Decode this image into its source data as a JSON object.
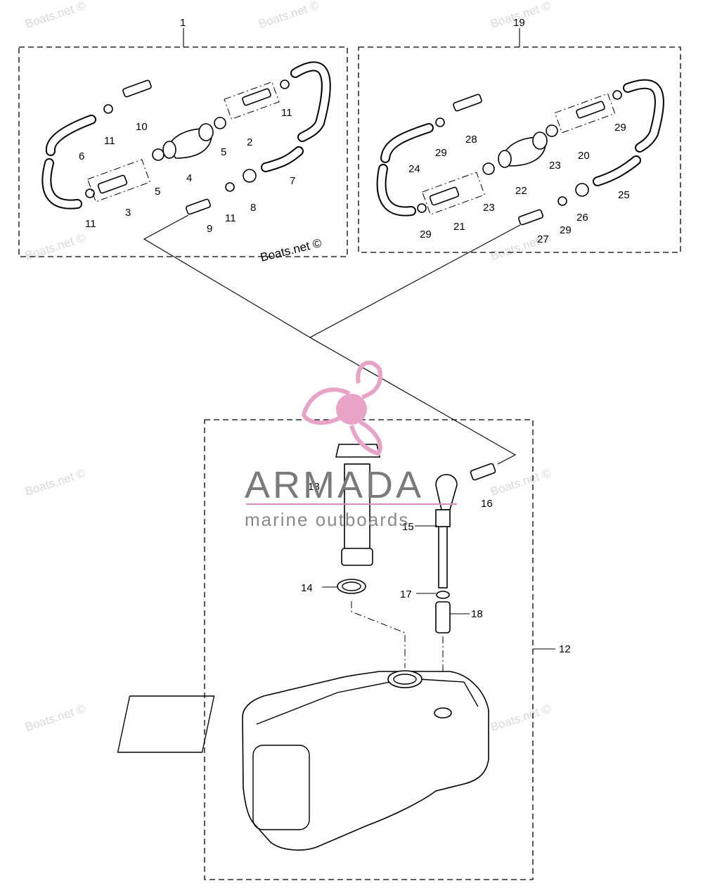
{
  "watermark": "Boats.net ©",
  "copyright": "Boats.net ©",
  "brand": {
    "name": "ARMADA",
    "tagline": "marine outboards",
    "logo_color": "#e9a3c9",
    "accent": "#d88cb8"
  },
  "callouts": {
    "c1": "1",
    "c2": "2",
    "c3": "3",
    "c4": "4",
    "c5a": "5",
    "c5b": "5",
    "c6": "6",
    "c7": "7",
    "c8": "8",
    "c9": "9",
    "c10": "10",
    "c11a": "11",
    "c11b": "11",
    "c11c": "11",
    "c11d": "11",
    "c12": "12",
    "c13": "13",
    "c14": "14",
    "c15": "15",
    "c16": "16",
    "c17": "17",
    "c18": "18",
    "c19": "19",
    "c20": "20",
    "c21": "21",
    "c22": "22",
    "c23a": "23",
    "c23b": "23",
    "c24": "24",
    "c25": "25",
    "c26": "26",
    "c27": "27",
    "c28": "28",
    "c29a": "29",
    "c29b": "29",
    "c29c": "29",
    "c29d": "29"
  }
}
